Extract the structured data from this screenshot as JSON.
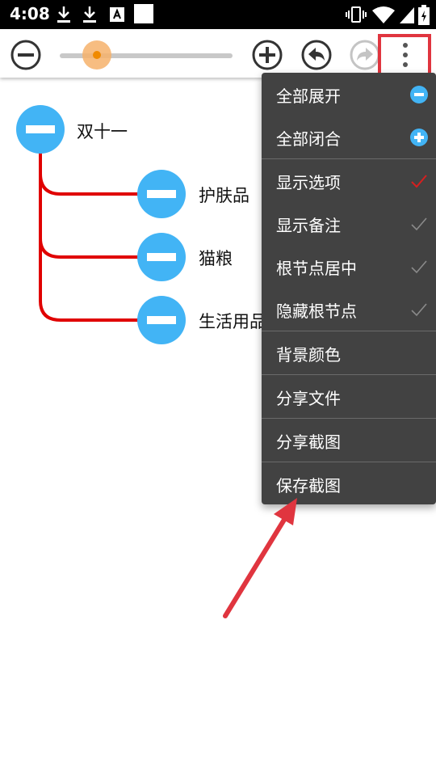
{
  "status": {
    "time": "4:08",
    "icons": [
      "download-icon",
      "download-icon",
      "a-box-icon",
      "white-square-icon",
      "vibrate-icon",
      "wifi-icon",
      "signal-icon",
      "battery-icon"
    ]
  },
  "toolbar": {
    "buttons": [
      "zoom-out-icon",
      "zoom-in-icon",
      "undo-icon",
      "redo-icon",
      "more-vert-icon"
    ],
    "zoom_level": 0.2
  },
  "mindmap": {
    "root": "双十一",
    "children": [
      "护肤品",
      "猫粮",
      "生活用品"
    ]
  },
  "menu": {
    "items": [
      {
        "label": "全部展开",
        "icon": "collapse-minus-icon"
      },
      {
        "label": "全部闭合",
        "icon": "expand-plus-icon"
      },
      {
        "label": "显示选项",
        "icon": "check-icon",
        "checked": true
      },
      {
        "label": "显示备注",
        "icon": "check-icon",
        "checked": false
      },
      {
        "label": "根节点居中",
        "icon": "check-icon",
        "checked": false
      },
      {
        "label": "隐藏根节点",
        "icon": "check-icon",
        "checked": false
      },
      {
        "label": "背景颜色"
      },
      {
        "label": "分享文件"
      },
      {
        "label": "分享截图"
      },
      {
        "label": "保存截图"
      }
    ]
  },
  "colors": {
    "accent_blue": "#42b4f5",
    "branch_red": "#e00000",
    "highlight_red": "#e0353f",
    "menu_bg": "#424242",
    "check_red": "#d61f1f"
  }
}
